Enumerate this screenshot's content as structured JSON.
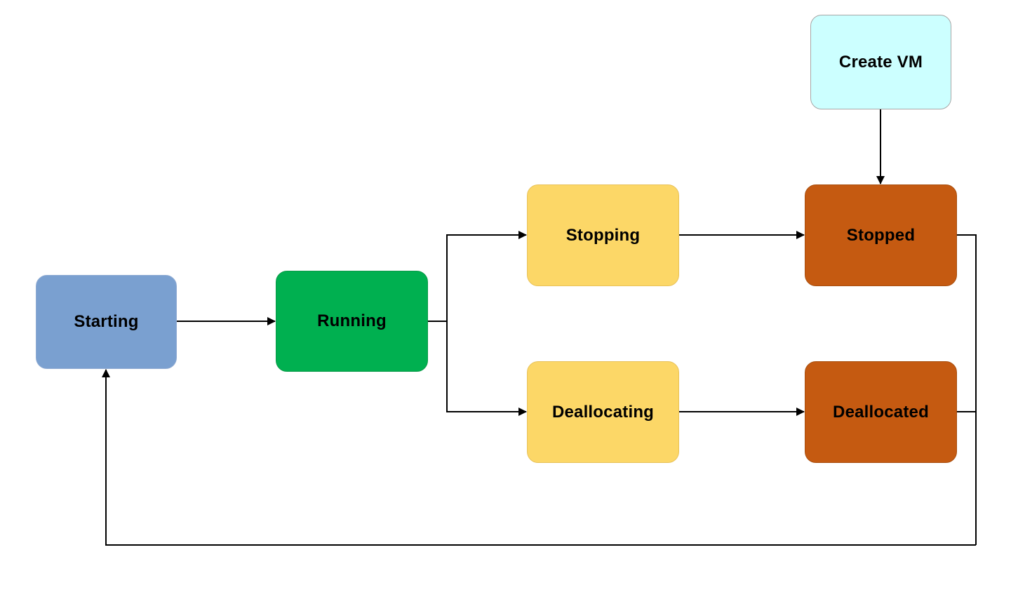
{
  "diagram": {
    "nodes": {
      "create_vm": {
        "label": "Create VM",
        "color": "#ccffff"
      },
      "starting": {
        "label": "Starting",
        "color": "#7aa0d0"
      },
      "running": {
        "label": "Running",
        "color": "#00b050"
      },
      "stopping": {
        "label": "Stopping",
        "color": "#fcd767"
      },
      "deallocating": {
        "label": "Deallocating",
        "color": "#fcd767"
      },
      "stopped": {
        "label": "Stopped",
        "color": "#c55a11"
      },
      "deallocated": {
        "label": "Deallocated",
        "color": "#c55a11"
      }
    },
    "edges": [
      {
        "from": "create_vm",
        "to": "stopped"
      },
      {
        "from": "starting",
        "to": "running"
      },
      {
        "from": "running",
        "to": "stopping"
      },
      {
        "from": "running",
        "to": "deallocating"
      },
      {
        "from": "stopping",
        "to": "stopped"
      },
      {
        "from": "deallocating",
        "to": "deallocated"
      },
      {
        "from": "stopped",
        "to": "starting"
      },
      {
        "from": "deallocated",
        "to": "starting"
      }
    ],
    "line_color": "#000000"
  }
}
